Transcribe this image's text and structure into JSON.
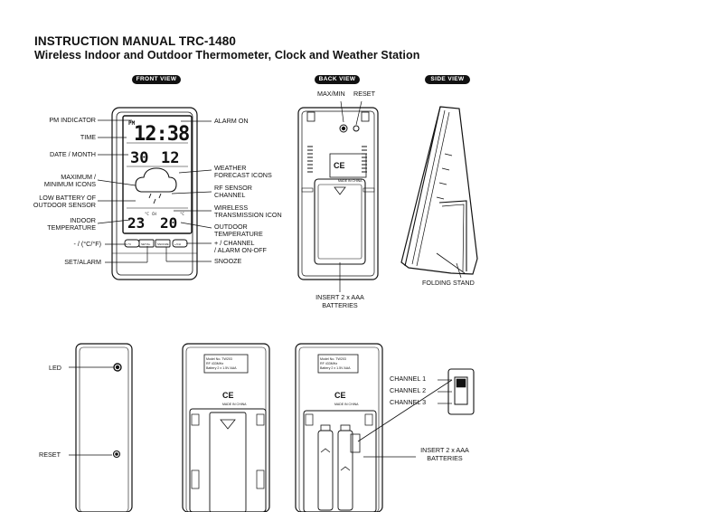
{
  "title": "INSTRUCTION MANUAL TRC-1480",
  "subtitle": "Wireless Indoor and Outdoor Thermometer, Clock and Weather Station",
  "tabs": {
    "front": "FRONT VIEW",
    "back": "BACK VIEW",
    "side": "SIDE VIEW"
  },
  "front_left_labels": {
    "pm": "PM INDICATOR",
    "time": "TIME",
    "date": "DATE / MONTH",
    "maxmin_1": "MAXIMUM /",
    "maxmin_2": "MINIMUM ICONS",
    "lowbat_1": "LOW BATTERY OF",
    "lowbat_2": "OUTDOOR SENSOR",
    "indoor_1": "INDOOR",
    "indoor_2": "TEMPERATURE",
    "unit": "- / (°C/°F)",
    "setalarm": "SET/ALARM"
  },
  "front_right_labels": {
    "alarm": "ALARM ON",
    "weather_1": "WEATHER",
    "weather_2": "FORECAST ICONS",
    "rf_1": "RF SENSOR",
    "rf_2": "CHANNEL",
    "wireless_1": "WIRELESS",
    "wireless_2": "TRANSMISSION ICON",
    "outdoor_1": "OUTDOOR",
    "outdoor_2": "TEMPERATURE",
    "channel_1": "+ / CHANNEL",
    "channel_2": "/ ALARM ON-OFF",
    "snooze": "SNOOZE"
  },
  "display": {
    "pm": "PM",
    "time": "12:38",
    "day": "30",
    "month": "12",
    "indoor": "23",
    "outdoor": "20",
    "ch": "CH",
    "deg_c": "°C",
    "btn_left": "-/°C",
    "btn_mid": "SET/AL",
    "btn_snooze": "SNOOZE",
    "btn_right": "+/CH"
  },
  "back_labels": {
    "maxmin": "MAX/MIN",
    "reset": "RESET",
    "batt_1": "INSERT 2 x AAA",
    "batt_2": "BATTERIES",
    "ce": "CE",
    "made": "MADE IN CHINA"
  },
  "side_labels": {
    "stand": "FOLDING STAND"
  },
  "sensor_labels": {
    "led": "LED",
    "reset": "RESET",
    "ch1": "CHANNEL 1",
    "ch2": "CHANNEL 2",
    "ch3": "CHANNEL 3",
    "batt_1": "INSERT 2 x AAA",
    "batt_2": "BATTERIES",
    "model_1": "Model No. TW203",
    "model_2": "RF 433MHz",
    "model_3": "Battery 2 x 1.5V AAA",
    "ce": "CE",
    "made": "MADE IN CHINA"
  }
}
